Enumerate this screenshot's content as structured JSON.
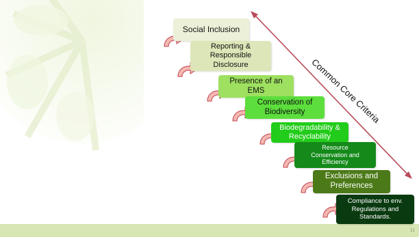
{
  "steps": [
    {
      "label": "Social Inclusion",
      "bg": "#ecf0d8",
      "color": "#111111"
    },
    {
      "label": "Reporting & Responsible Disclosure",
      "bg": "#dde6b8",
      "color": "#111111"
    },
    {
      "label": "Presence of an EMS",
      "bg": "#9ee060",
      "color": "#111111"
    },
    {
      "label": "Conservation of Biodiversity",
      "bg": "#5cde3c",
      "color": "#111111"
    },
    {
      "label": "Biodegradability & Recyclability",
      "bg": "#22cc1a",
      "color": "#ffffff"
    },
    {
      "label": "Resource Conservation and Efficiency",
      "bg": "#148a1a",
      "color": "#ffffff"
    },
    {
      "label": "Exclusions and Preferences",
      "bg": "#4c7a18",
      "color": "#ffffff"
    },
    {
      "label": "Compliance to env. Regulations and Standards.",
      "bg": "#0a3a10",
      "color": "#ffffff"
    }
  ],
  "axis_label": "Common Core Criteria",
  "page_number": "11",
  "colors": {
    "axis_arrow": "#b84a5a",
    "curved_arrow_fill": "#f4b8b0",
    "curved_arrow_stroke": "#c04050",
    "footer": "#d8e6b4"
  }
}
